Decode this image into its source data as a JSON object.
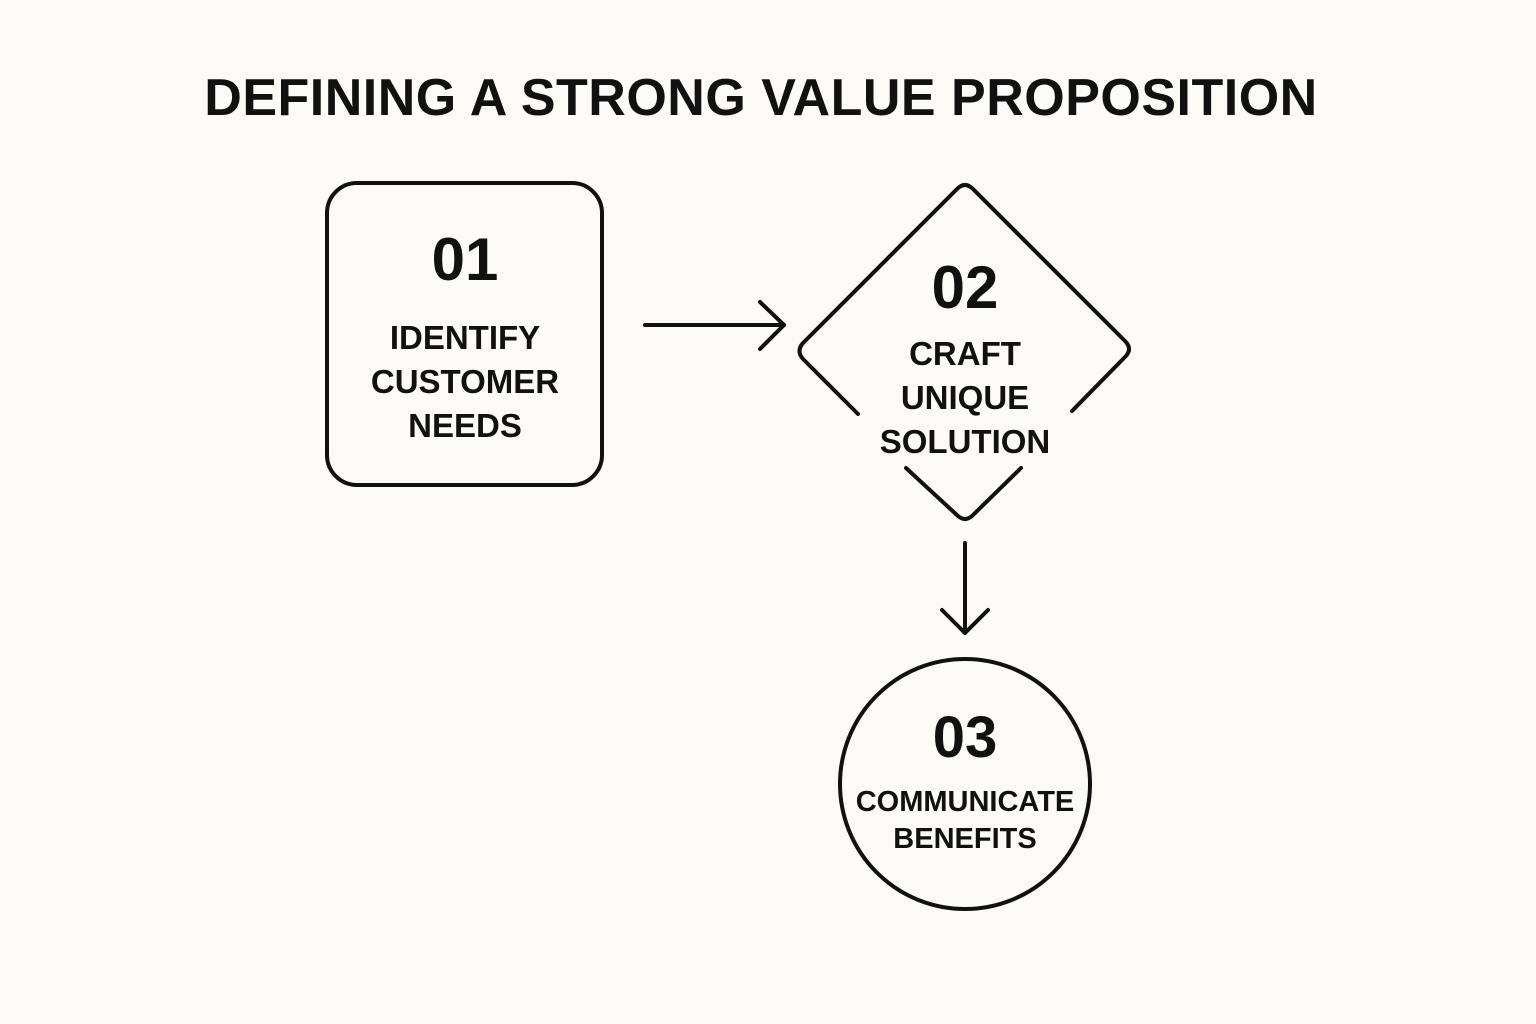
{
  "title": "DEFINING A STRONG VALUE PROPOSITION",
  "steps": [
    {
      "number": "01",
      "label": "IDENTIFY\nCUSTOMER\nNEEDS",
      "shape": "rounded-rectangle"
    },
    {
      "number": "02",
      "label": "CRAFT\nUNIQUE\nSOLUTION",
      "shape": "diamond"
    },
    {
      "number": "03",
      "label": "COMMUNICATE\nBENEFITS",
      "shape": "circle"
    }
  ],
  "colors": {
    "background": "#fcfbf7",
    "ink": "#111111"
  }
}
